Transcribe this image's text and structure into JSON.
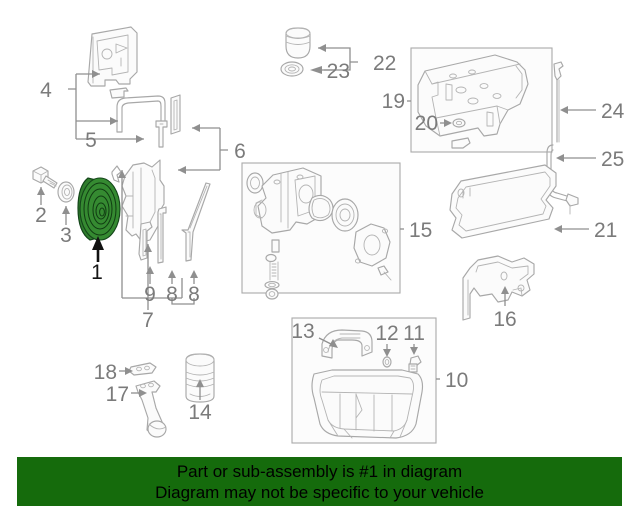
{
  "diagram": {
    "type": "exploded-parts-diagram",
    "subject": "Engine oiling / timing cover / valve cover assembly",
    "highlighted_callout": "1",
    "highlight_color": "#2f7d2c",
    "line_color": "#a8a8a8",
    "callout_color": "#7b7b7b",
    "background": "#ffffff"
  },
  "callouts": [
    {
      "id": "1",
      "label": "1",
      "part": "crankshaft-pulley",
      "highlighted": true
    },
    {
      "id": "2",
      "label": "2",
      "part": "pulley-bolt",
      "highlighted": false
    },
    {
      "id": "3",
      "label": "3",
      "part": "pulley-washer",
      "highlighted": false
    },
    {
      "id": "4",
      "label": "4",
      "part": "upper-timing-cover",
      "highlighted": false
    },
    {
      "id": "5",
      "label": "5",
      "part": "timing-cover-seal",
      "highlighted": false
    },
    {
      "id": "6",
      "label": "6",
      "part": "timing-cover-bracket",
      "highlighted": false
    },
    {
      "id": "7",
      "label": "7",
      "part": "lower-timing-cover",
      "highlighted": false
    },
    {
      "id": "8",
      "label": "8",
      "part": "timing-cover-gasket",
      "highlighted": false
    },
    {
      "id": "9",
      "label": "9",
      "part": "timing-cover-seal-strip",
      "highlighted": false
    },
    {
      "id": "10",
      "label": "10",
      "part": "oil-pan",
      "highlighted": false
    },
    {
      "id": "11",
      "label": "11",
      "part": "drain-plug",
      "highlighted": false
    },
    {
      "id": "12",
      "label": "12",
      "part": "drain-plug-washer",
      "highlighted": false
    },
    {
      "id": "13",
      "label": "13",
      "part": "oil-pickup-tube",
      "highlighted": false
    },
    {
      "id": "14",
      "label": "14",
      "part": "oil-filter",
      "highlighted": false
    },
    {
      "id": "15",
      "label": "15",
      "part": "oil-pump-assembly",
      "highlighted": false
    },
    {
      "id": "16",
      "label": "16",
      "part": "rear-cover-gasket",
      "highlighted": false
    },
    {
      "id": "17",
      "label": "17",
      "part": "oil-level-sensor-tube",
      "highlighted": false
    },
    {
      "id": "18",
      "label": "18",
      "part": "oil-tube-gasket",
      "highlighted": false
    },
    {
      "id": "19",
      "label": "19",
      "part": "valve-cover",
      "highlighted": false
    },
    {
      "id": "20",
      "label": "20",
      "part": "valve-cover-grommet",
      "highlighted": false
    },
    {
      "id": "21",
      "label": "21",
      "part": "valve-cover-gasket",
      "highlighted": false
    },
    {
      "id": "22",
      "label": "22",
      "part": "oil-filler-cap",
      "highlighted": false
    },
    {
      "id": "23",
      "label": "23",
      "part": "oil-filler-cap-seal",
      "highlighted": false
    },
    {
      "id": "24",
      "label": "24",
      "part": "oil-dipstick",
      "highlighted": false
    },
    {
      "id": "25",
      "label": "25",
      "part": "dipstick-tube",
      "highlighted": false
    }
  ],
  "banner": {
    "background_color": "#156b0c",
    "text_color": "#000000",
    "line1": "Part or sub-assembly is #1 in diagram",
    "line2": "Diagram may not be specific to your vehicle"
  }
}
